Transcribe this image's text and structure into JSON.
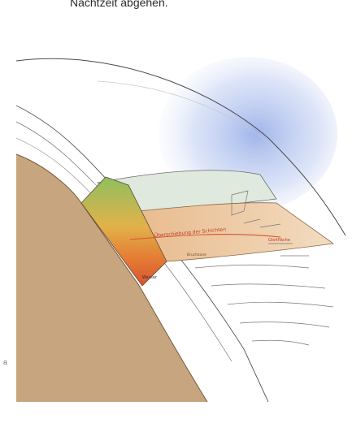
{
  "caption_text": "Nachtzeit abgehen.",
  "diagram": {
    "label_main": "Überschiebung der Schichten",
    "label_small": "Wasser",
    "label_right": "Gleitfläche",
    "label_zone": "Bruchzone"
  },
  "footnote_mark": "a",
  "colors": {
    "sky_glow": "#8fa8e6",
    "bedrock": "#c7a57e",
    "ochre_layer": "#e7c18f",
    "ice_layer": "#dfe9de",
    "green_top": "#8fbf5f",
    "red_bottom": "#d9532e"
  }
}
